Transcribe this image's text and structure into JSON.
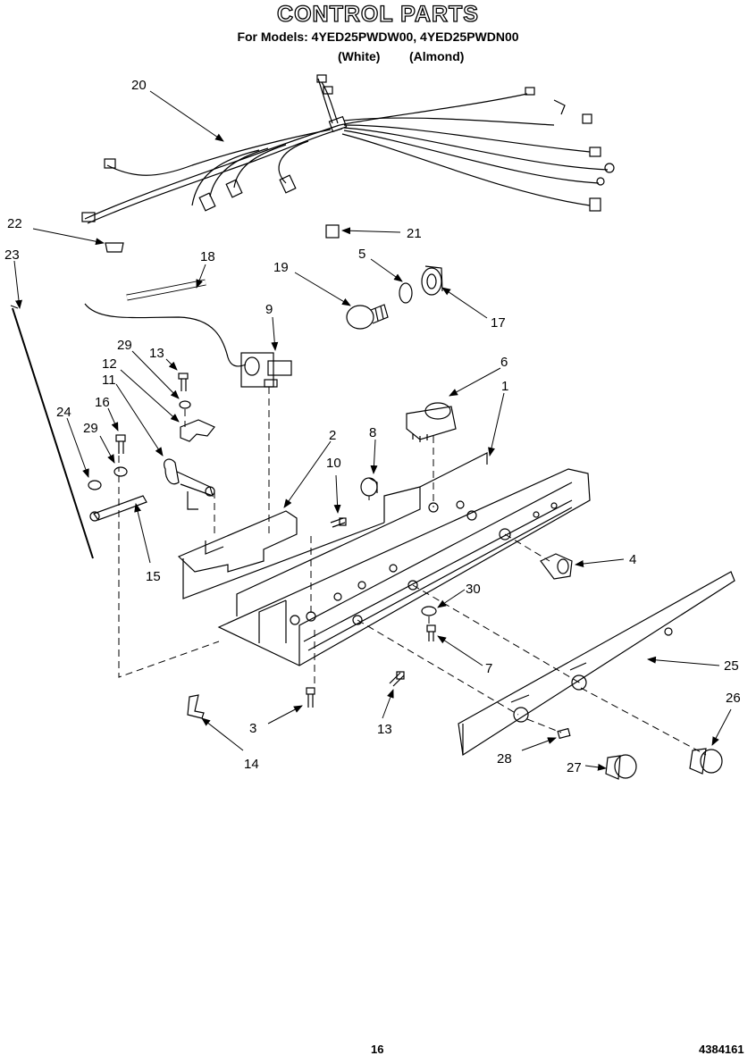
{
  "header": {
    "title": "CONTROL PARTS",
    "models_line": "For Models: 4YED25PWDW00, 4YED25PWDN00",
    "variant_white": "(White)",
    "variant_almond": "(Almond)"
  },
  "callouts": {
    "c1": "1",
    "c2": "2",
    "c3": "3",
    "c4": "4",
    "c5": "5",
    "c6": "6",
    "c7": "7",
    "c8": "8",
    "c9": "9",
    "c10": "10",
    "c11": "11",
    "c12": "12",
    "c13a": "13",
    "c13b": "13",
    "c14": "14",
    "c15": "15",
    "c16": "16",
    "c17": "17",
    "c18": "18",
    "c19": "19",
    "c20": "20",
    "c21": "21",
    "c22": "22",
    "c23": "23",
    "c24": "24",
    "c25": "25",
    "c26": "26",
    "c27": "27",
    "c28": "28",
    "c29a": "29",
    "c29b": "29",
    "c30": "30"
  },
  "footer": {
    "page_number": "16",
    "doc_number": "4384161"
  }
}
